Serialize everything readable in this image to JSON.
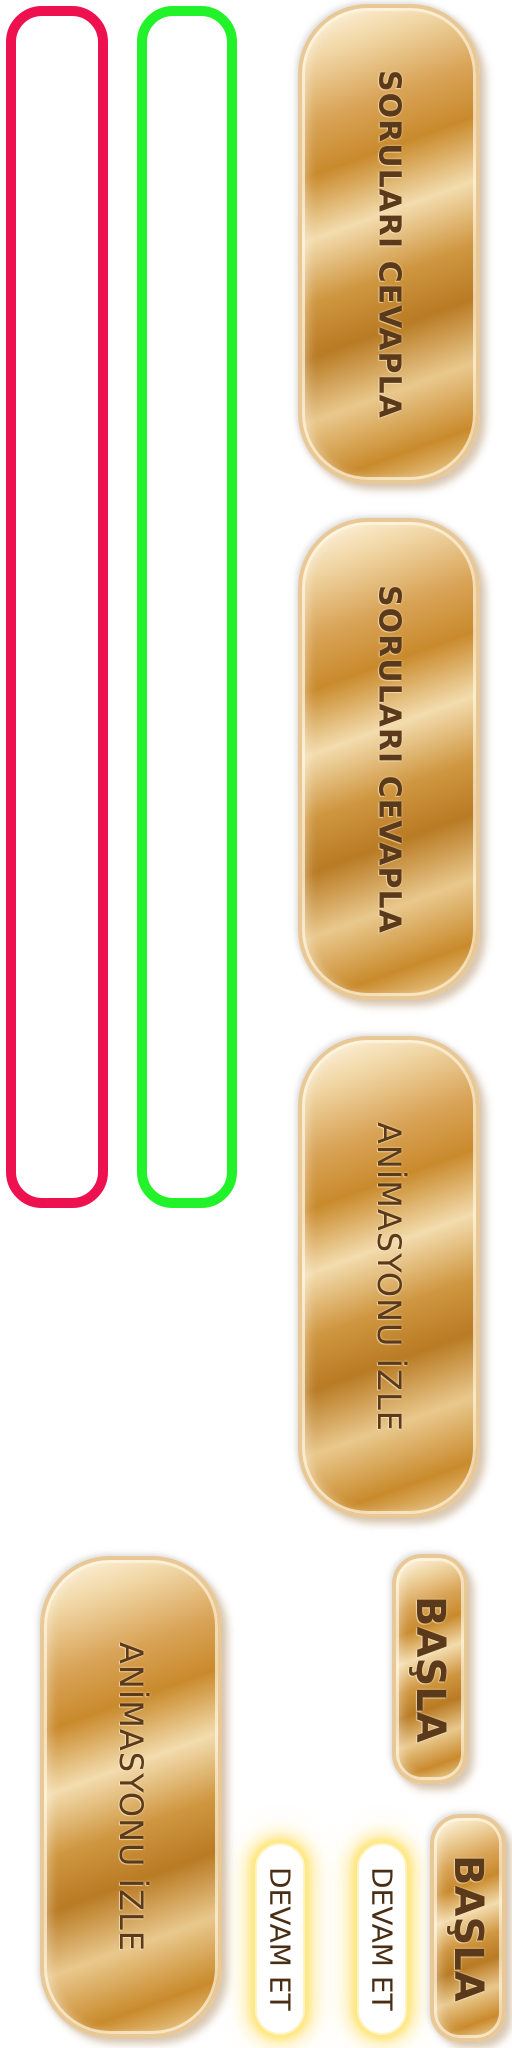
{
  "frames": {
    "left_color": "#ee1150",
    "right_color": "#22f22a"
  },
  "buttons": {
    "answer_questions_1": "SORULARI CEVAPLA",
    "answer_questions_2": "SORULARI CEVAPLA",
    "watch_animation_1": "ANİMASYONU İZLE",
    "watch_animation_2": "ANİMASYONU İZLE",
    "start_1": "BAŞLA",
    "start_2": "BAŞLA",
    "continue_1": "DEVAM ET",
    "continue_2": "DEVAM ET"
  },
  "colors": {
    "gold_dark": "#c98a2c",
    "gold_light": "#f3dcae",
    "label_brown": "#5a3a1a",
    "glow_yellow": "#ffe678"
  }
}
